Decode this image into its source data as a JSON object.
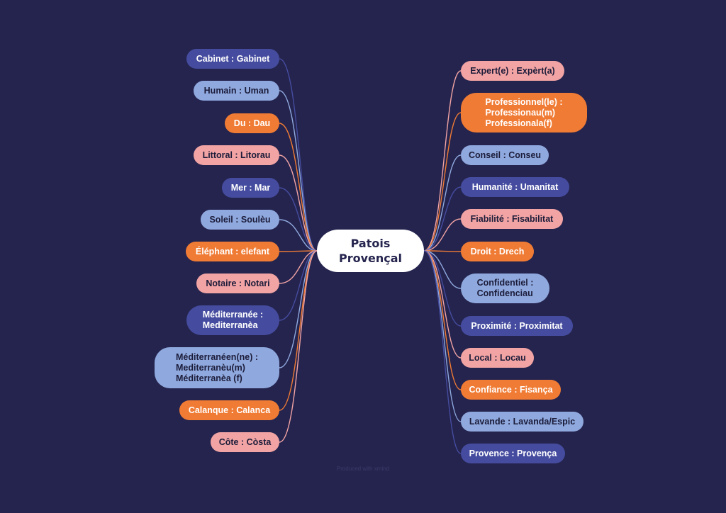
{
  "palette": {
    "background": "#25244e",
    "center": "#ffffff",
    "dark_blue": "#454c9f",
    "light_blue": "#8fa9de",
    "orange": "#f07b34",
    "pink": "#f2a4a4",
    "dark_text": "#1c1c3a",
    "light_text": "#ffffff"
  },
  "center": {
    "label": "Patois\nProvençal"
  },
  "left_branches": [
    {
      "label": "Cabinet : Gabinet",
      "color": "dark_blue"
    },
    {
      "label": "Humain : Uman",
      "color": "light_blue"
    },
    {
      "label": "Du : Dau",
      "color": "orange"
    },
    {
      "label": "Littoral : Litorau",
      "color": "pink"
    },
    {
      "label": "Mer : Mar",
      "color": "dark_blue"
    },
    {
      "label": "Soleil : Soulèu",
      "color": "light_blue"
    },
    {
      "label": "Éléphant : elefant",
      "color": "orange"
    },
    {
      "label": "Notaire : Notari",
      "color": "pink"
    },
    {
      "label": "Méditerranée :\nMediterranèa",
      "color": "dark_blue"
    },
    {
      "label": "Méditerranéen(ne) :\nMediterranèu(m)\nMéditerranèa (f)",
      "color": "light_blue"
    },
    {
      "label": "Calanque : Calanca",
      "color": "orange"
    },
    {
      "label": "Côte : Còsta",
      "color": "pink"
    }
  ],
  "right_branches": [
    {
      "label": "Expert(e) : Expèrt(a)",
      "color": "pink"
    },
    {
      "label": "Professionnel(le) :\nProfessionau(m)\nProfessionala(f)",
      "color": "orange"
    },
    {
      "label": "Conseil : Conseu",
      "color": "light_blue"
    },
    {
      "label": "Humanité : Umanitat",
      "color": "dark_blue"
    },
    {
      "label": "Fiabilité : Fisabilitat",
      "color": "pink"
    },
    {
      "label": "Droit : Drech",
      "color": "orange"
    },
    {
      "label": "Confidentiel :\nConfidenciau",
      "color": "light_blue"
    },
    {
      "label": "Proximité : Proximitat",
      "color": "dark_blue"
    },
    {
      "label": "Local : Locau",
      "color": "pink"
    },
    {
      "label": "Confiance : Fisança",
      "color": "orange"
    },
    {
      "label": "Lavande : Lavanda/Espic",
      "color": "light_blue"
    },
    {
      "label": "Provence : Provença",
      "color": "dark_blue"
    }
  ],
  "footer": {
    "text": "Produced with xmind"
  }
}
